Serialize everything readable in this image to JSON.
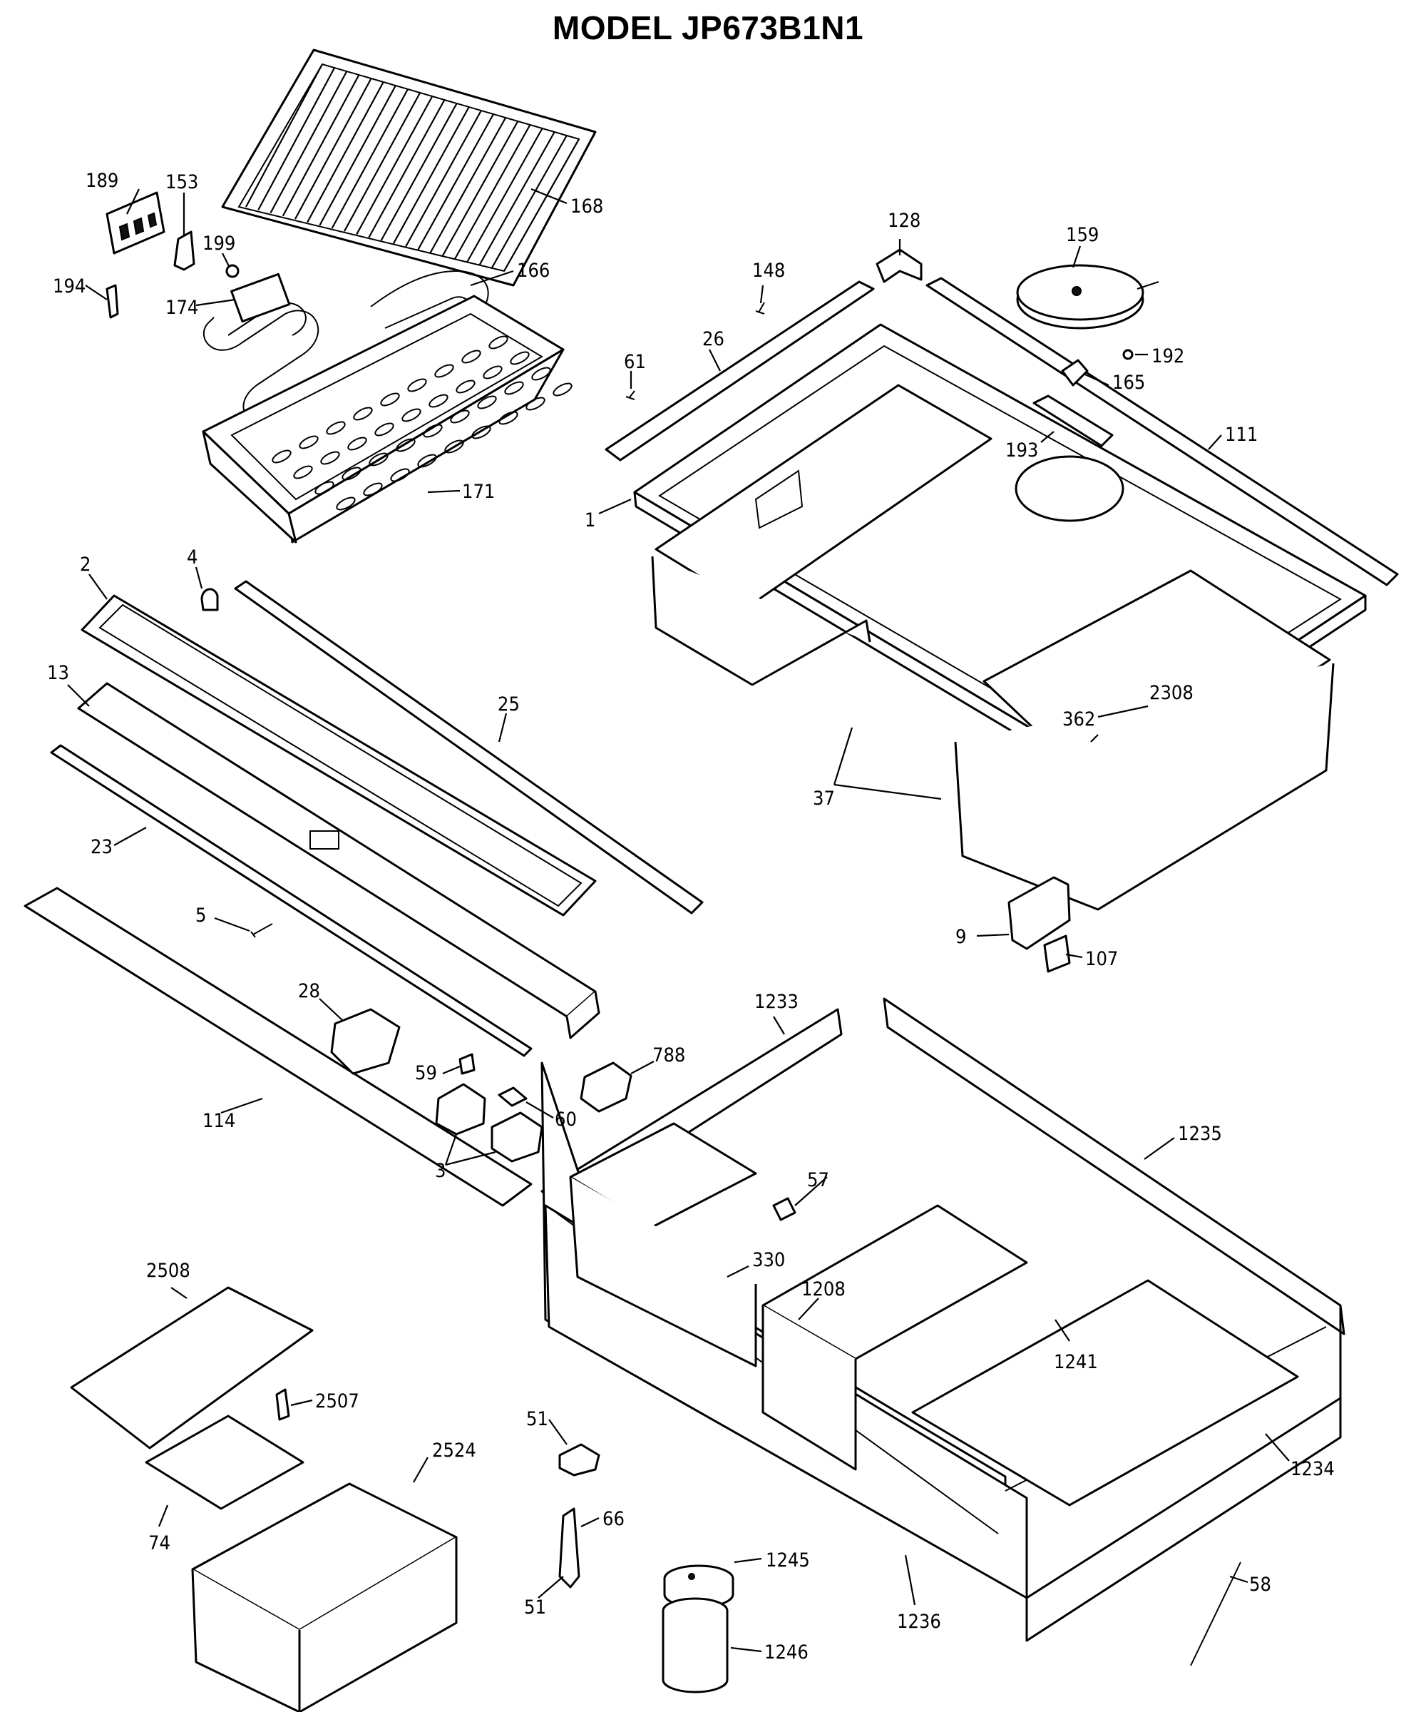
{
  "title": "MODEL JP673B1N1",
  "callouts": {
    "p189": "189",
    "p153": "153",
    "p168": "168",
    "p199": "199",
    "p166": "166",
    "p194": "194",
    "p174": "174",
    "p171": "171",
    "p128": "128",
    "p159": "159",
    "p148": "148",
    "p61": "61",
    "p26": "26",
    "p192": "192",
    "p165": "165",
    "p193": "193",
    "p111": "111",
    "p1": "1",
    "p2": "2",
    "p4": "4",
    "p13": "13",
    "p25": "25",
    "p23": "23",
    "p2308": "2308",
    "p362": "362",
    "p37": "37",
    "p9": "9",
    "p107": "107",
    "p5": "5",
    "p28": "28",
    "p59": "59",
    "p788": "788",
    "p60": "60",
    "p114": "114",
    "p3": "3",
    "p1233": "1233",
    "p1235": "1235",
    "p57": "57",
    "p330": "330",
    "p1208": "1208",
    "p1241": "1241",
    "p2508": "2508",
    "p2507": "2507",
    "p51a": "51",
    "p2524": "2524",
    "p66": "66",
    "p74": "74",
    "p1245": "1245",
    "p1234": "1234",
    "p51b": "51",
    "p1236": "1236",
    "p58": "58",
    "p1246": "1246"
  }
}
